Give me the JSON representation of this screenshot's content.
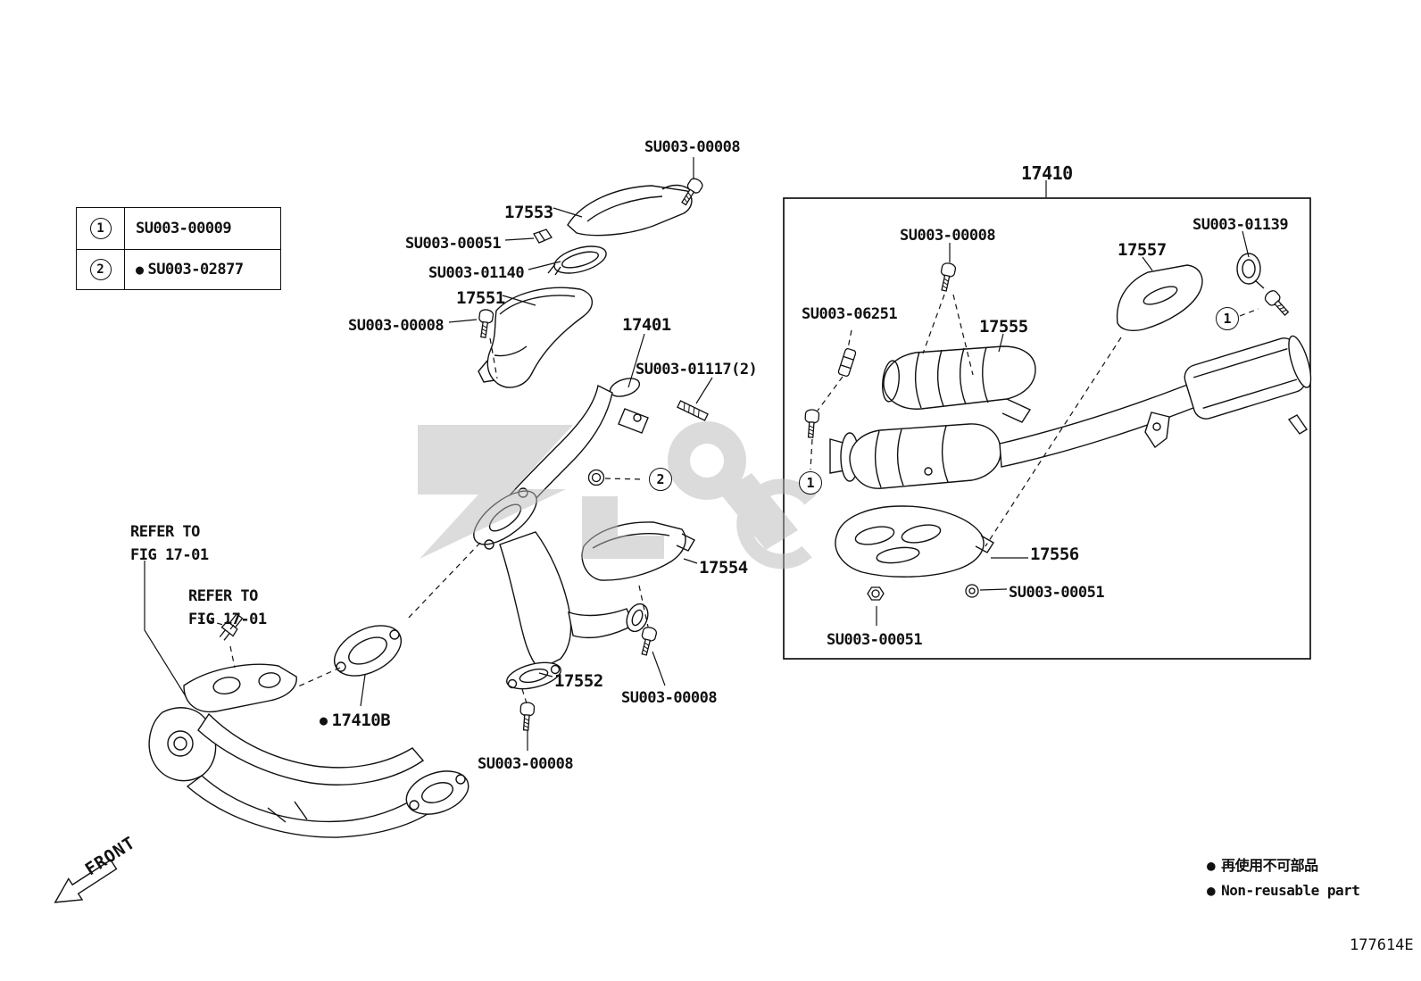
{
  "figure_code": "177614E",
  "symbols": {
    "bullet": "●",
    "circle_1": "1",
    "circle_2": "2"
  },
  "legend": {
    "rows": [
      {
        "num": "1",
        "code": "SU003-00009"
      },
      {
        "num": "2",
        "code": "SU003-02877"
      }
    ]
  },
  "callouts": {
    "su003_00008_top": "SU003-00008",
    "p17553": "17553",
    "su003_00051_clip": "SU003-00051",
    "su003_01140": "SU003-01140",
    "p17551": "17551",
    "su003_00008_17551": "SU003-00008",
    "p17401": "17401",
    "su003_01117": "SU003-01117(2)",
    "p17554": "17554",
    "p17552": "17552",
    "su003_00008_17554": "SU003-00008",
    "su003_00008_17552": "SU003-00008",
    "p17410b": "17410B",
    "p17410": "17410",
    "su003_00008_box": "SU003-00008",
    "su003_01139": "SU003-01139",
    "p17557": "17557",
    "su003_06251": "SU003-06251",
    "p17555": "17555",
    "p17556": "17556",
    "su003_00051_right": "SU003-00051",
    "su003_00051_bottom": "SU003-00051"
  },
  "notes": {
    "refer_fig_1": "REFER TO\nFIG 17-01",
    "refer_fig_2": "REFER TO\nFIG 17-01",
    "front": "FRONT",
    "non_reusable_jp": "再使用不可部品",
    "non_reusable_en": "Non-reusable part"
  }
}
